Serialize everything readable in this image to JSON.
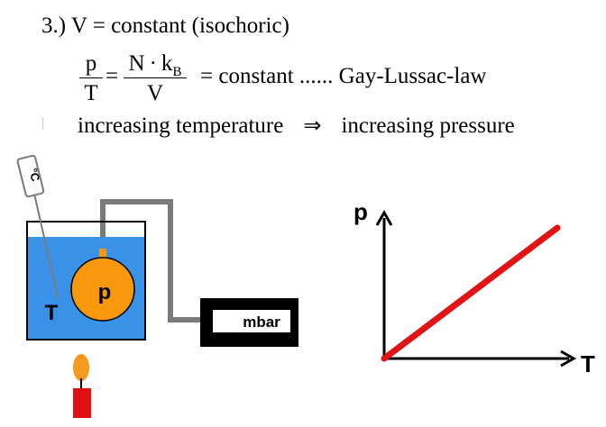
{
  "heading": "3.) V = constant (isochoric)",
  "formula": {
    "left_num": "p",
    "left_den": "T",
    "eq": "=",
    "right_num_main": "N · k",
    "right_num_sub": "B",
    "right_den": "V",
    "law": "=  constant ...... Gay-Lussac-law"
  },
  "implication": {
    "cause": "increasing temperature",
    "arrow": "⇒",
    "effect": "increasing pressure"
  },
  "apparatus": {
    "thermometer_label": "°C",
    "temperature_label": "T",
    "flask_label": "p",
    "gauge_label": "mbar",
    "colors": {
      "water": "#3a92e8",
      "flask": "#f7980d",
      "tube": "#7a7a7a",
      "candle": "#e01010",
      "flame": "#f59a1d"
    }
  },
  "graph": {
    "y_axis_label": "p",
    "x_axis_label": "T",
    "line_color": "#e01414",
    "relation": "linear, through origin"
  }
}
